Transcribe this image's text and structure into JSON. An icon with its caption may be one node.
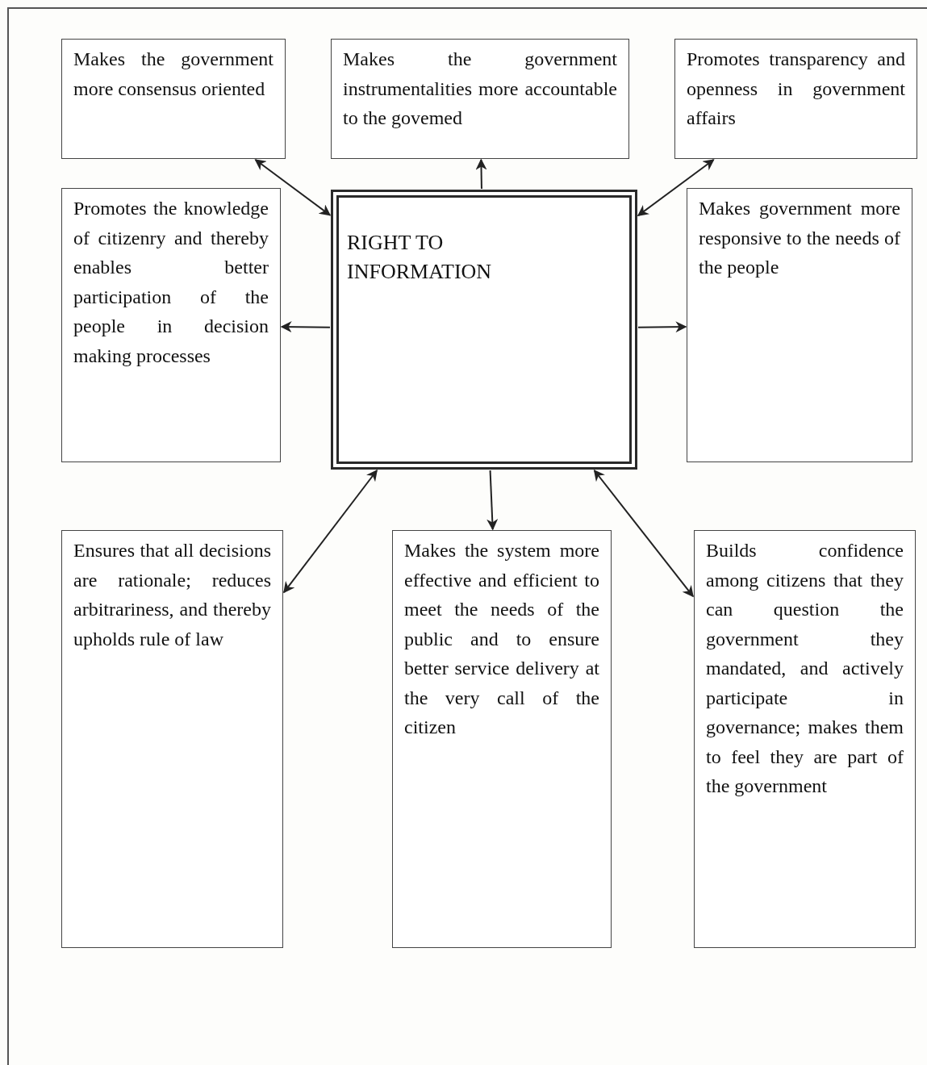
{
  "diagram": {
    "nodes": [
      {
        "text": [
          "Makes the government more consensus oriented"
        ]
      },
      {
        "text": [
          "Makes the government instrumentalities more accountable to the govemed"
        ]
      },
      {
        "text": [
          "Promotes transparency and openness in government affairs"
        ]
      },
      {
        "text": [
          "Promotes the knowledge of citizenry and thereby enables better participation of the people in decision making processes"
        ]
      },
      {
        "text": [
          "RIGHT TO INFORMATION"
        ]
      },
      {
        "text": [
          "Makes government more responsive to the needs of the people"
        ]
      },
      {
        "text": [
          "Ensures that all decisions are rationale; reduces arbitrariness, and thereby upholds rule of law"
        ]
      },
      {
        "text": [
          "Makes the system more effective and efficient to meet the needs of the public and to ensure better service delivery at the very call of the citizen"
        ]
      },
      {
        "text": [
          "Builds confidence among citizens that they can question the government they mandated, and actively participate in governance; makes them to feel they are part of the government"
        ]
      }
    ],
    "edges": [
      {
        "from": 4,
        "to": 0,
        "arrow": "both"
      },
      {
        "from": 4,
        "to": 1,
        "arrow": "to"
      },
      {
        "from": 4,
        "to": 2,
        "arrow": "both"
      },
      {
        "from": 4,
        "to": 3,
        "arrow": "to"
      },
      {
        "from": 4,
        "to": 5,
        "arrow": "to"
      },
      {
        "from": 4,
        "to": 6,
        "arrow": "both"
      },
      {
        "from": 4,
        "to": 7,
        "arrow": "to"
      },
      {
        "from": 4,
        "to": 8,
        "arrow": "both"
      }
    ]
  }
}
